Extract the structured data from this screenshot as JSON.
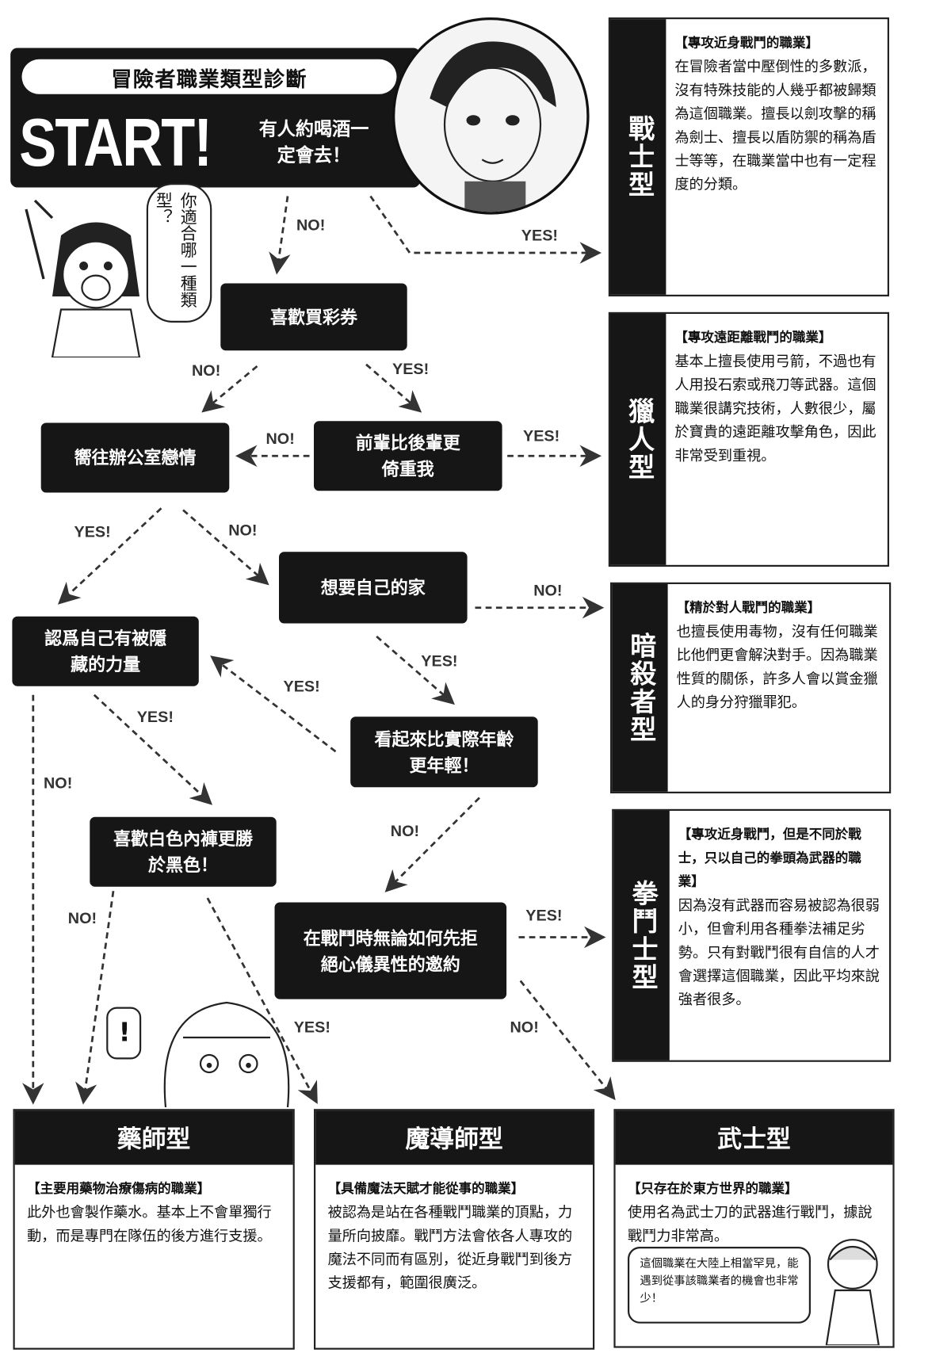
{
  "header": {
    "title": "冒險者職業類型診斷",
    "start": "START!",
    "first_question": "有人約喝酒一定會去！"
  },
  "bubbles": {
    "intro": "你適合哪一種類型？",
    "exclaim": "!",
    "samurai_note": "這個職業在大陸上相當罕見，能遇到從事該職業者的機會也非常少！"
  },
  "questions": {
    "lottery": "喜歡買彩券",
    "office": "嚮往辦公室戀情",
    "senior": "前輩比後輩更倚重我",
    "home": "想要自己的家",
    "power": "認爲自己有被隱藏的力量",
    "young": "看起來比實際年齡更年輕！",
    "white": "喜歡白色內褲更勝於黑色！",
    "battle": "在戰鬥時無論如何先拒絕心儀異性的邀約"
  },
  "answers": {
    "yes": "YES!",
    "no": "NO!"
  },
  "side_panels": [
    {
      "title": "戰士型",
      "subtitle": "【專攻近身戰鬥的職業】",
      "text": "在冒險者當中壓倒性的多數派，沒有特殊技能的人幾乎都被歸類為這個職業。擅長以劍攻擊的稱為劍士、擅長以盾防禦的稱為盾士等等，在職業當中也有一定程度的分類。"
    },
    {
      "title": "獵人型",
      "subtitle": "【專攻遠距離戰鬥的職業】",
      "text": "基本上擅長使用弓箭，不過也有人用投石索或飛刀等武器。這個職業很講究技術，人數很少，屬於寶貴的遠距離攻擊角色，因此非常受到重視。"
    },
    {
      "title": "暗殺者型",
      "subtitle": "【精於對人戰鬥的職業】",
      "text": "也擅長使用毒物，沒有任何職業比他們更會解決對手。因為職業性質的關係，許多人會以賞金獵人的身分狩獵罪犯。"
    },
    {
      "title": "拳鬥士型",
      "subtitle": "【專攻近身戰鬥，但是不同於戰士，只以自己的拳頭為武器的職業】",
      "text": "因為沒有武器而容易被認為很弱小，但會利用各種拳法補足劣勢。只有對戰鬥很有自信的人才會選擇這個職業，因此平均來說強者很多。"
    }
  ],
  "bottom_cards": [
    {
      "title": "藥師型",
      "subtitle": "【主要用藥物治療傷病的職業】",
      "text": "此外也會製作藥水。基本上不會單獨行動，而是專門在隊伍的後方進行支援。"
    },
    {
      "title": "魔導師型",
      "subtitle": "【具備魔法天賦才能從事的職業】",
      "text": "被認為是站在各種戰鬥職業的頂點，力量所向披靡。戰鬥方法會依各人專攻的魔法不同而有區別，從近身戰鬥到後方支援都有，範圍很廣泛。"
    },
    {
      "title": "武士型",
      "subtitle": "【只存在於東方世界的職業】",
      "text": "使用名為武士刀的武器進行戰鬥，據說戰鬥力非常高。"
    }
  ]
}
